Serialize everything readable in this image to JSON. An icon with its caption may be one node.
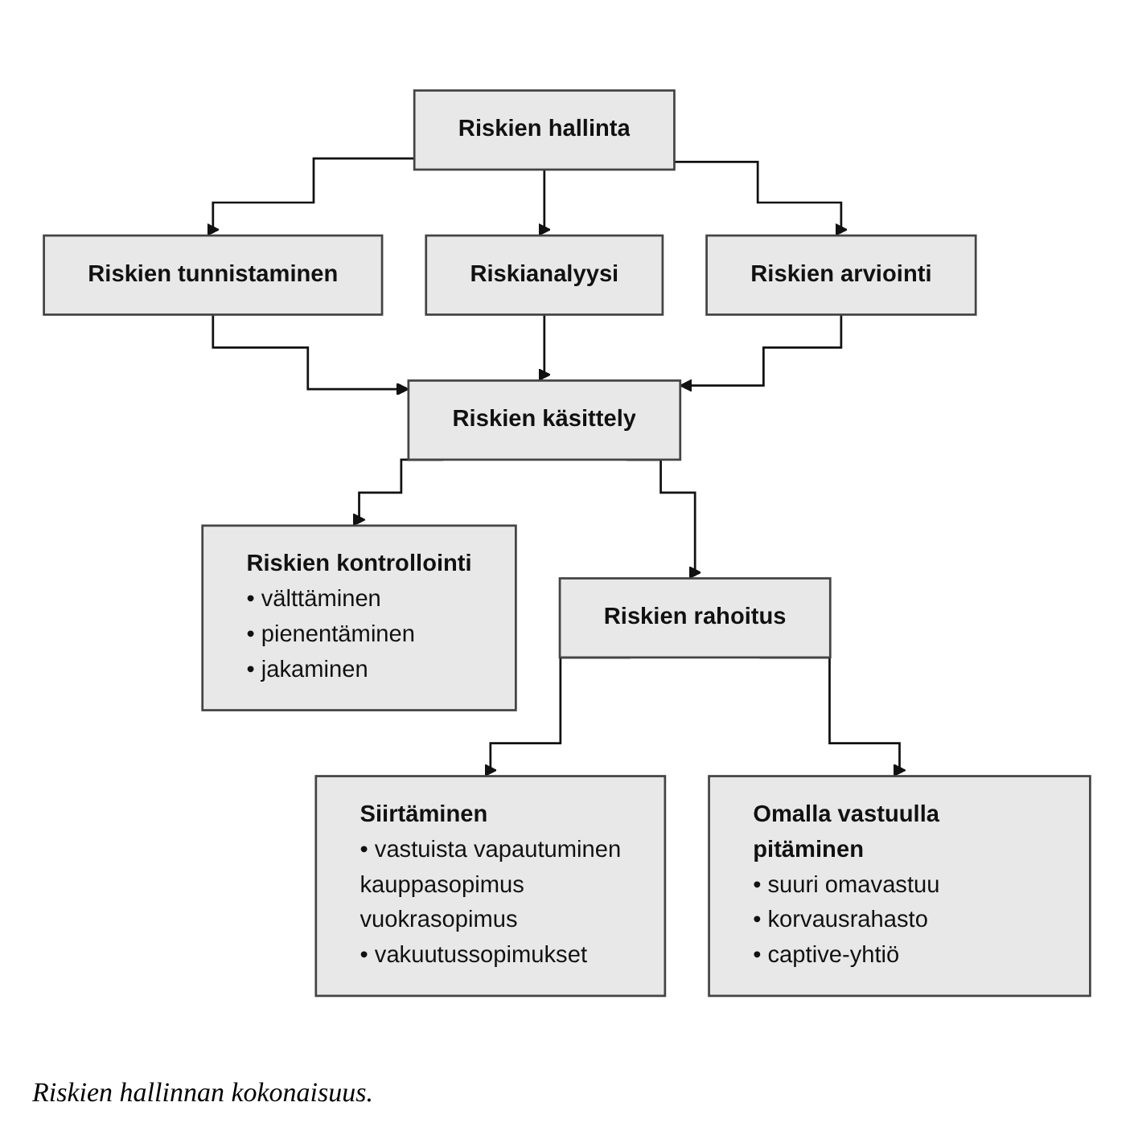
{
  "diagram": {
    "nodes": [
      {
        "text": [
          "Riskien hallinta"
        ]
      },
      {
        "text": [
          "Riskien tunnistaminen"
        ]
      },
      {
        "text": [
          "Riskianalyysi"
        ]
      },
      {
        "text": [
          "Riskien arviointi"
        ]
      },
      {
        "text": [
          "Riskien käsittely"
        ]
      },
      {
        "text": [
          "Riskien kontrollointi",
          "• välttäminen",
          "• pienentäminen",
          "• jakaminen"
        ]
      },
      {
        "text": [
          "Riskien rahoitus"
        ]
      },
      {
        "text": [
          "Siirtäminen",
          "• vastuista vapautuminen",
          "kauppasopimus",
          "vuokrasopimus",
          "• vakuutussopimukset"
        ]
      },
      {
        "text": [
          "Omalla vastuulla pitäminen",
          "• suuri omavastuu",
          "• korvausrahasto",
          "• captive-yhtiö"
        ]
      }
    ],
    "edges": [
      {
        "from": 0,
        "to": 1,
        "arrow": "to"
      },
      {
        "from": 0,
        "to": 2,
        "arrow": "to"
      },
      {
        "from": 0,
        "to": 3,
        "arrow": "to"
      },
      {
        "from": 1,
        "to": 4,
        "arrow": "to"
      },
      {
        "from": 2,
        "to": 4,
        "arrow": "to"
      },
      {
        "from": 3,
        "to": 4,
        "arrow": "to"
      },
      {
        "from": 4,
        "to": 5,
        "arrow": "to"
      },
      {
        "from": 4,
        "to": 6,
        "arrow": "to"
      },
      {
        "from": 6,
        "to": 7,
        "arrow": "to"
      },
      {
        "from": 6,
        "to": 8,
        "arrow": "to"
      }
    ],
    "caption": "Riskien hallinnan kokonaisuus."
  }
}
